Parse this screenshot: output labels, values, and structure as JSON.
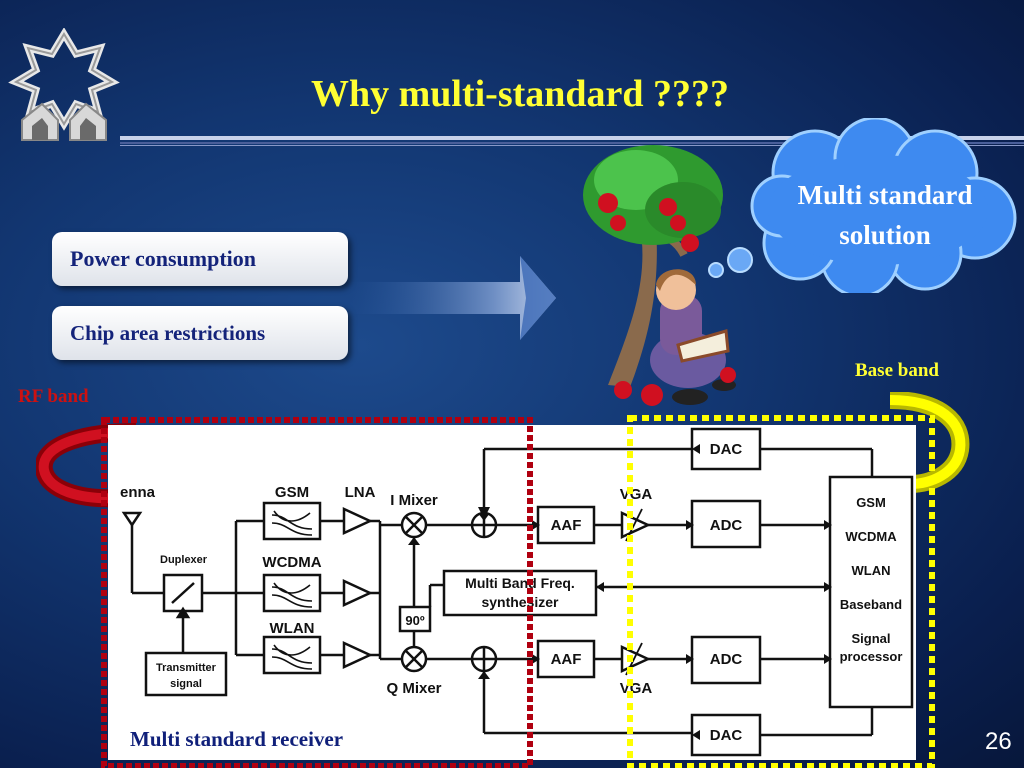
{
  "slide": {
    "title": "Why multi-standard ????",
    "reasons": [
      "Power consumption",
      "Chip area restrictions"
    ],
    "cloud_text_line1": "Multi standard",
    "cloud_text_line2": "solution",
    "rf_label": "RF band",
    "baseband_label": "Base  band",
    "receiver_label": "Multi standard receiver",
    "page_number": "26"
  },
  "diagram": {
    "antenna": "enna",
    "duplexer": "Duplexer",
    "transmitter_line1": "Transmitter",
    "transmitter_line2": "signal",
    "filters": [
      "GSM",
      "WCDMA",
      "WLAN"
    ],
    "lna": "LNA",
    "i_mixer": "I Mixer",
    "q_mixer": "Q Mixer",
    "phase_shift": "90º",
    "aaf": "AAF",
    "vga": "VGA",
    "adc": "ADC",
    "dac": "DAC",
    "synth_line1": "Multi Band Freq.",
    "synth_line2": "synthesizer",
    "processor_items": [
      "GSM",
      "WCDMA",
      "WLAN",
      "Baseband",
      "Signal",
      "processor"
    ]
  },
  "colors": {
    "title": "#ffff33",
    "rf_box": "#b00010",
    "baseband_box": "#ffff00",
    "cloud": "#3e8af0"
  }
}
